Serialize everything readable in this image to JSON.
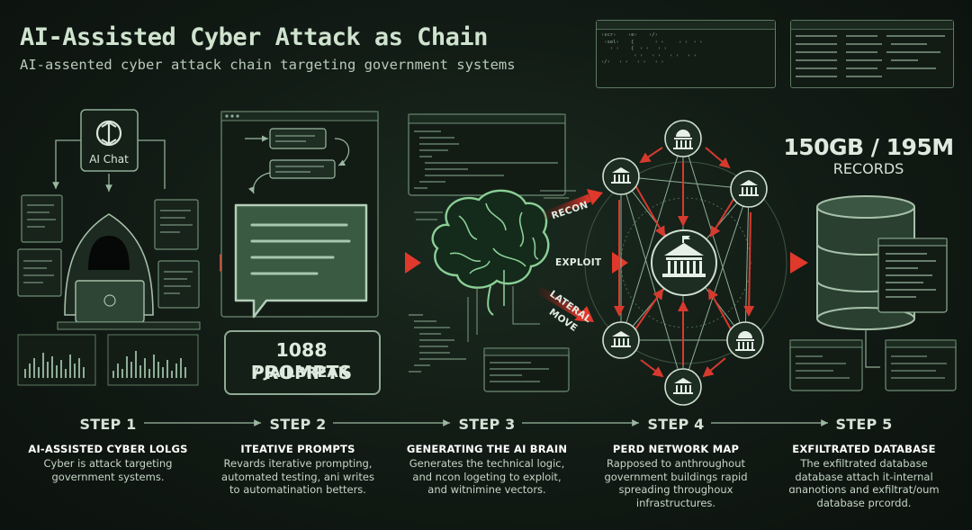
{
  "header": {
    "title": "AI-Assisted Cyber Attack as Chain",
    "subtitle": "AI-assented cyber attack chain targeting government systems"
  },
  "panels": {
    "ai_chat_label": "AI Chat",
    "prompts_count": "1088 PROMPTS",
    "prompts_kind": "/ JAILBREAK",
    "records_size": "150GB / 195M",
    "records_label": "RECORDS",
    "edge_labels": {
      "recon": "RECON",
      "exploit": "EXPLOIT",
      "lateral_1": "LATERAL",
      "lateral_2": "MOVE"
    }
  },
  "steps": [
    {
      "number": "STEP 1",
      "heading": "AI-ASSISTED CYBER LOLGS",
      "desc": [
        "Cyber is attack targeting",
        "government systems."
      ]
    },
    {
      "number": "STEP 2",
      "heading": "ITEATIVE PROMPTS",
      "desc": [
        "Revards iterative prompting,",
        "automated testing, ani writes",
        "to automatination betters."
      ]
    },
    {
      "number": "STEP 3",
      "heading": "GENERATING THE AI BRAIN",
      "desc": [
        "Generates the technical logic,",
        "and ncon logeting to exploit,",
        "and witnimine vectors."
      ]
    },
    {
      "number": "STEP 4",
      "heading": "PERD NETWORK MAP",
      "desc": [
        "Rapposed to anthroughout",
        "government buildings rapid",
        "spreading throughoux",
        "infrastructures."
      ]
    },
    {
      "number": "STEP 5",
      "heading": "EXFILTRATED DATABASE",
      "desc": [
        "The exfiltrated database",
        "database attach it-internal",
        "ɑnanotions and exfiltrat/oum",
        "database prcordd."
      ]
    }
  ],
  "colors": {
    "accent_red": "#d63a2f",
    "line": "#8fae95",
    "text": "#d4e2d5"
  }
}
